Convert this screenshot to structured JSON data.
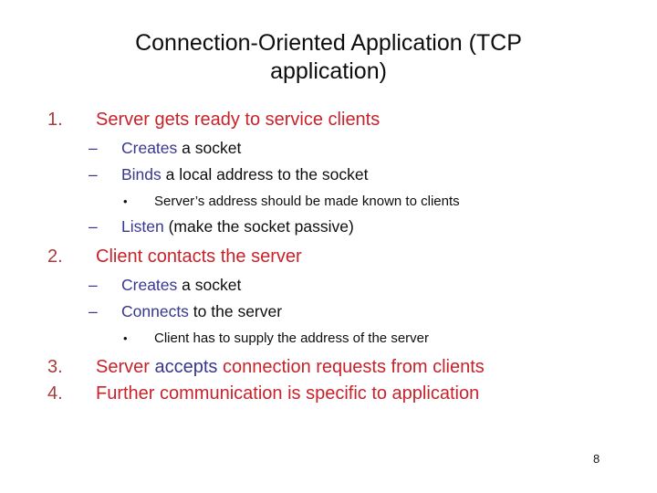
{
  "title": {
    "line1": "Connection-Oriented Application (TCP",
    "line2": "application)"
  },
  "colors": {
    "red": "#c8222a",
    "number_red": "#a93b3b",
    "blue": "#37378f",
    "black": "#0d0d0d"
  },
  "body": {
    "lines": [
      {
        "level": "l1",
        "marker": "1.",
        "marker_color": "number_red",
        "segments": [
          {
            "text": "Server gets ready to service clients",
            "color": "red"
          }
        ]
      },
      {
        "level": "l2",
        "marker": "–",
        "marker_color": "blue",
        "segments": [
          {
            "text": "Creates",
            "color": "blue"
          },
          {
            "text": " a socket",
            "color": "black"
          }
        ]
      },
      {
        "level": "l2",
        "marker": "–",
        "marker_color": "blue",
        "segments": [
          {
            "text": "Binds",
            "color": "blue"
          },
          {
            "text": " a local address to the socket",
            "color": "black"
          }
        ]
      },
      {
        "level": "l3",
        "marker": "•",
        "marker_color": "black",
        "segments": [
          {
            "text": "Server’s address should be made known to clients",
            "color": "black"
          }
        ]
      },
      {
        "level": "l2",
        "marker": "–",
        "marker_color": "blue",
        "segments": [
          {
            "text": "Listen",
            "color": "blue"
          },
          {
            "text": " (make the socket passive)",
            "color": "black"
          }
        ]
      },
      {
        "level": "l1",
        "marker": "2.",
        "marker_color": "number_red",
        "segments": [
          {
            "text": "Client contacts the server",
            "color": "red"
          }
        ]
      },
      {
        "level": "l2",
        "marker": "–",
        "marker_color": "blue",
        "segments": [
          {
            "text": "Creates",
            "color": "blue"
          },
          {
            "text": " a socket",
            "color": "black"
          }
        ]
      },
      {
        "level": "l2",
        "marker": "–",
        "marker_color": "blue",
        "segments": [
          {
            "text": "Connects",
            "color": "blue"
          },
          {
            "text": " to the server",
            "color": "black"
          }
        ]
      },
      {
        "level": "l3",
        "marker": "•",
        "marker_color": "black",
        "segments": [
          {
            "text": "Client has to supply the address of the server",
            "color": "black"
          }
        ]
      },
      {
        "level": "l1",
        "marker": "3.",
        "marker_color": "number_red",
        "segments": [
          {
            "text": "Server ",
            "color": "red"
          },
          {
            "text": "accepts",
            "color": "blue"
          },
          {
            "text": " connection requests from clients",
            "color": "red"
          }
        ]
      },
      {
        "level": "l1",
        "marker": "4.",
        "marker_color": "number_red",
        "segments": [
          {
            "text": "Further communication is specific to application",
            "color": "red"
          }
        ]
      }
    ]
  },
  "footer": {
    "page_number": "8"
  }
}
